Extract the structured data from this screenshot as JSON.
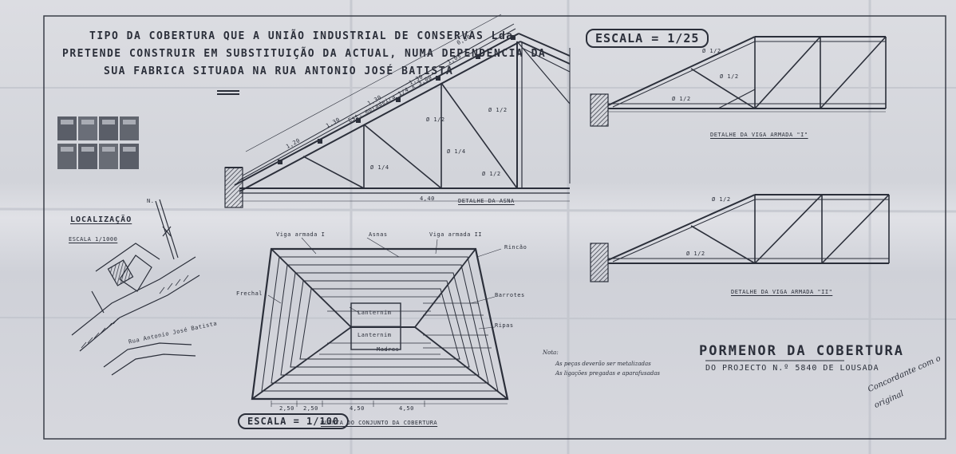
{
  "title_lines": [
    "TIPO DA COBERTURA QUE A UNIÃO INDUSTRIAL DE CONSERVAS Lda",
    "PRETENDE CONSTRUIR EM SUBSTITUIÇÃO DA ACTUAL, NUMA DEPENDENCIA DA",
    "SUA FABRICA SITUADA NA RUA ANTONIO JOSÉ BATISTA"
  ],
  "localizacao": {
    "title": "LOCALIZAÇÃO",
    "scale": "ESCALA 1/1000",
    "street": "Rua Antonio José Batista",
    "north": "N."
  },
  "detalhe_asna": {
    "caption": "DETALHE DA ASNA",
    "top_dims": [
      "0,80",
      "1,05",
      "1,30",
      "1,30",
      "1,30",
      "1,20"
    ],
    "chord_label": "Est. moradeira 1/4 x 3,00",
    "members": [
      "Ø 1/2",
      "Ø 1/2",
      "Ø 1/4",
      "Ø 1/4",
      "Ø 1/2"
    ],
    "span": "4,40"
  },
  "escala_top": "ESCALA = 1/25",
  "viga1": {
    "caption": "DETALHE DA VIGA ARMADA \"I\"",
    "labels": [
      "Ø 1/2",
      "Ø 1/2",
      "Ø 1/2"
    ]
  },
  "viga2": {
    "caption": "DETALHE DA VIGA ARMADA \"II\"",
    "labels": [
      "Ø 1/2",
      "Ø 1/2"
    ]
  },
  "planta": {
    "caption": "PLANTA DO CONJUNTO DA COBERTURA",
    "scale": "ESCALA = 1/100",
    "labels": [
      "Viga armada I",
      "Asnas",
      "Viga armada II",
      "Rincão",
      "Lanternim",
      "Lanternim",
      "Madres",
      "Barrotes",
      "Ripas",
      "Frechal"
    ],
    "bottom_dims": [
      "2,50",
      "2,50",
      "4,50",
      "4,50"
    ]
  },
  "notes": {
    "head": "Nota:",
    "lines": [
      "As peças deverão ser metalizadas",
      "As ligações pregadas e aparafusadas"
    ]
  },
  "pormenor": {
    "title": "PORMENOR DA COBERTURA",
    "subtitle": "DO PROJECTO N.º 5840 DE LOUSADA"
  },
  "signature": [
    "Concordante com o",
    "original"
  ]
}
